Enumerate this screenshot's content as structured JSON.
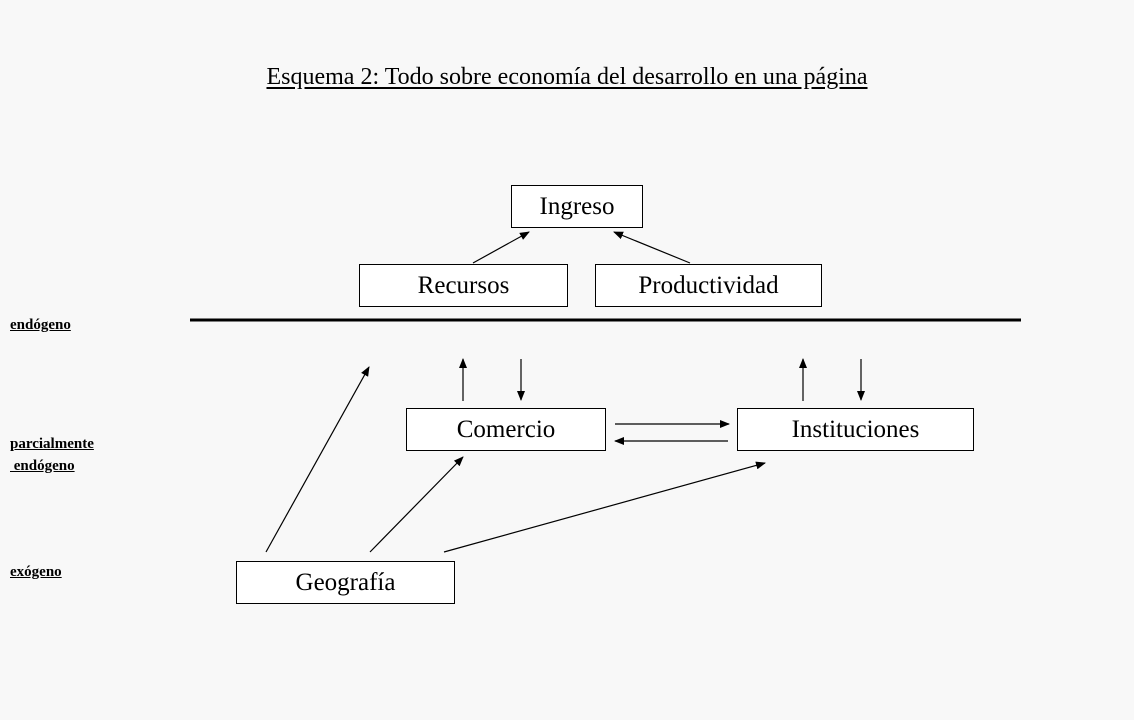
{
  "title": "Esquema 2: Todo sobre economía del desarrollo en una página",
  "nodes": {
    "ingreso": "Ingreso",
    "recursos": "Recursos",
    "productividad": "Productividad",
    "comercio": "Comercio",
    "instituciones": "Instituciones",
    "geografia": "Geografía"
  },
  "levels": {
    "endogeno": "endógeno",
    "parcialmente_line1": "parcialmente",
    "parcialmente_line2": " endógeno",
    "exogeno": "exógeno"
  },
  "colors": {
    "line": "#000000",
    "background": "#f8f8f8",
    "node_fill": "#ffffff"
  }
}
